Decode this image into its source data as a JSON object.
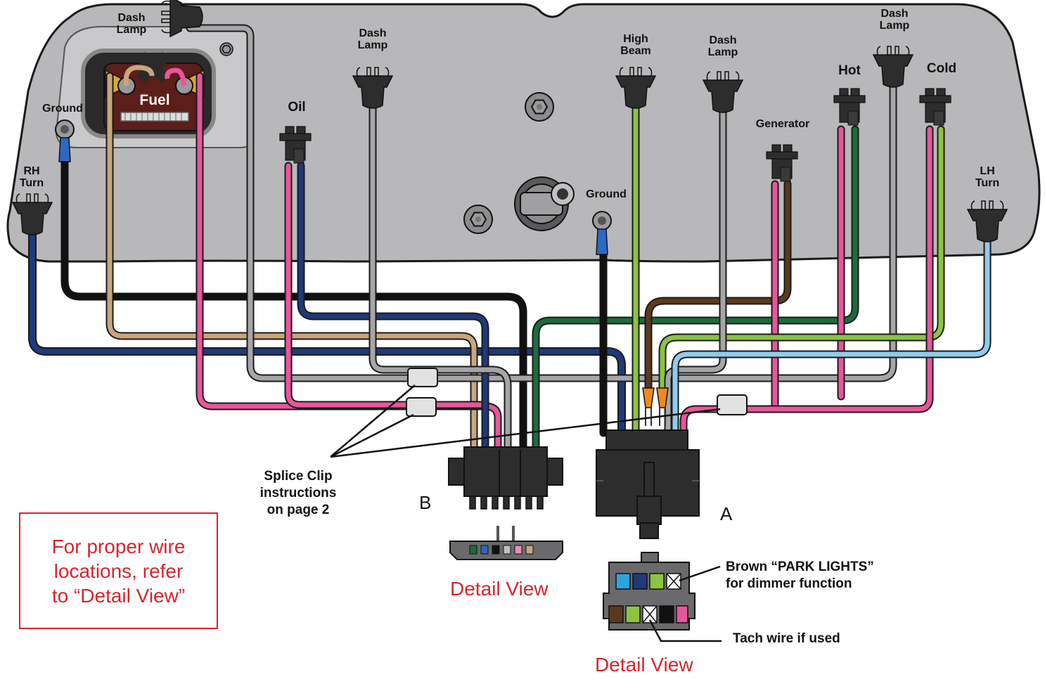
{
  "labels": {
    "dash_lamp_1": "Dash\nLamp",
    "dash_lamp_2": "Dash\nLamp",
    "dash_lamp_3": "Dash\nLamp",
    "dash_lamp_4": "Dash\nLamp",
    "high_beam": "High\nBeam",
    "hot": "Hot",
    "cold": "Cold",
    "generator": "Generator",
    "oil": "Oil",
    "ground_left": "Ground",
    "ground_center": "Ground",
    "rh_turn": "RH\nTurn",
    "lh_turn": "LH\nTurn",
    "fuel": "Fuel"
  },
  "callouts": {
    "splice_clip": "Splice Clip\ninstructions\non page 2",
    "park_lights": "Brown “PARK LIGHTS”\nfor dimmer function",
    "tach_wire": "Tach wire if used"
  },
  "connectors": {
    "a_label": "A",
    "b_label": "B"
  },
  "detail_views": {
    "b_title": "Detail View",
    "a_title": "Detail View"
  },
  "note": {
    "text": "For proper wire\nlocations, refer\nto “Detail View”"
  },
  "colors": {
    "panel_fill": "#b8b8bb",
    "panel_stroke": "#1a1a1a",
    "connector": "#2d2d2e",
    "wire_black": "#111111",
    "wire_tan": "#c9a57c",
    "wire_pink": "#e8569a",
    "wire_gray": "#a6a6a8",
    "wire_navy": "#1f3a78",
    "wire_dark_green": "#1e6b3c",
    "wire_light_green": "#8cc43f",
    "wire_brown": "#5a3a1e",
    "wire_light_blue": "#8fcbec",
    "note_red": "#d6262d"
  }
}
